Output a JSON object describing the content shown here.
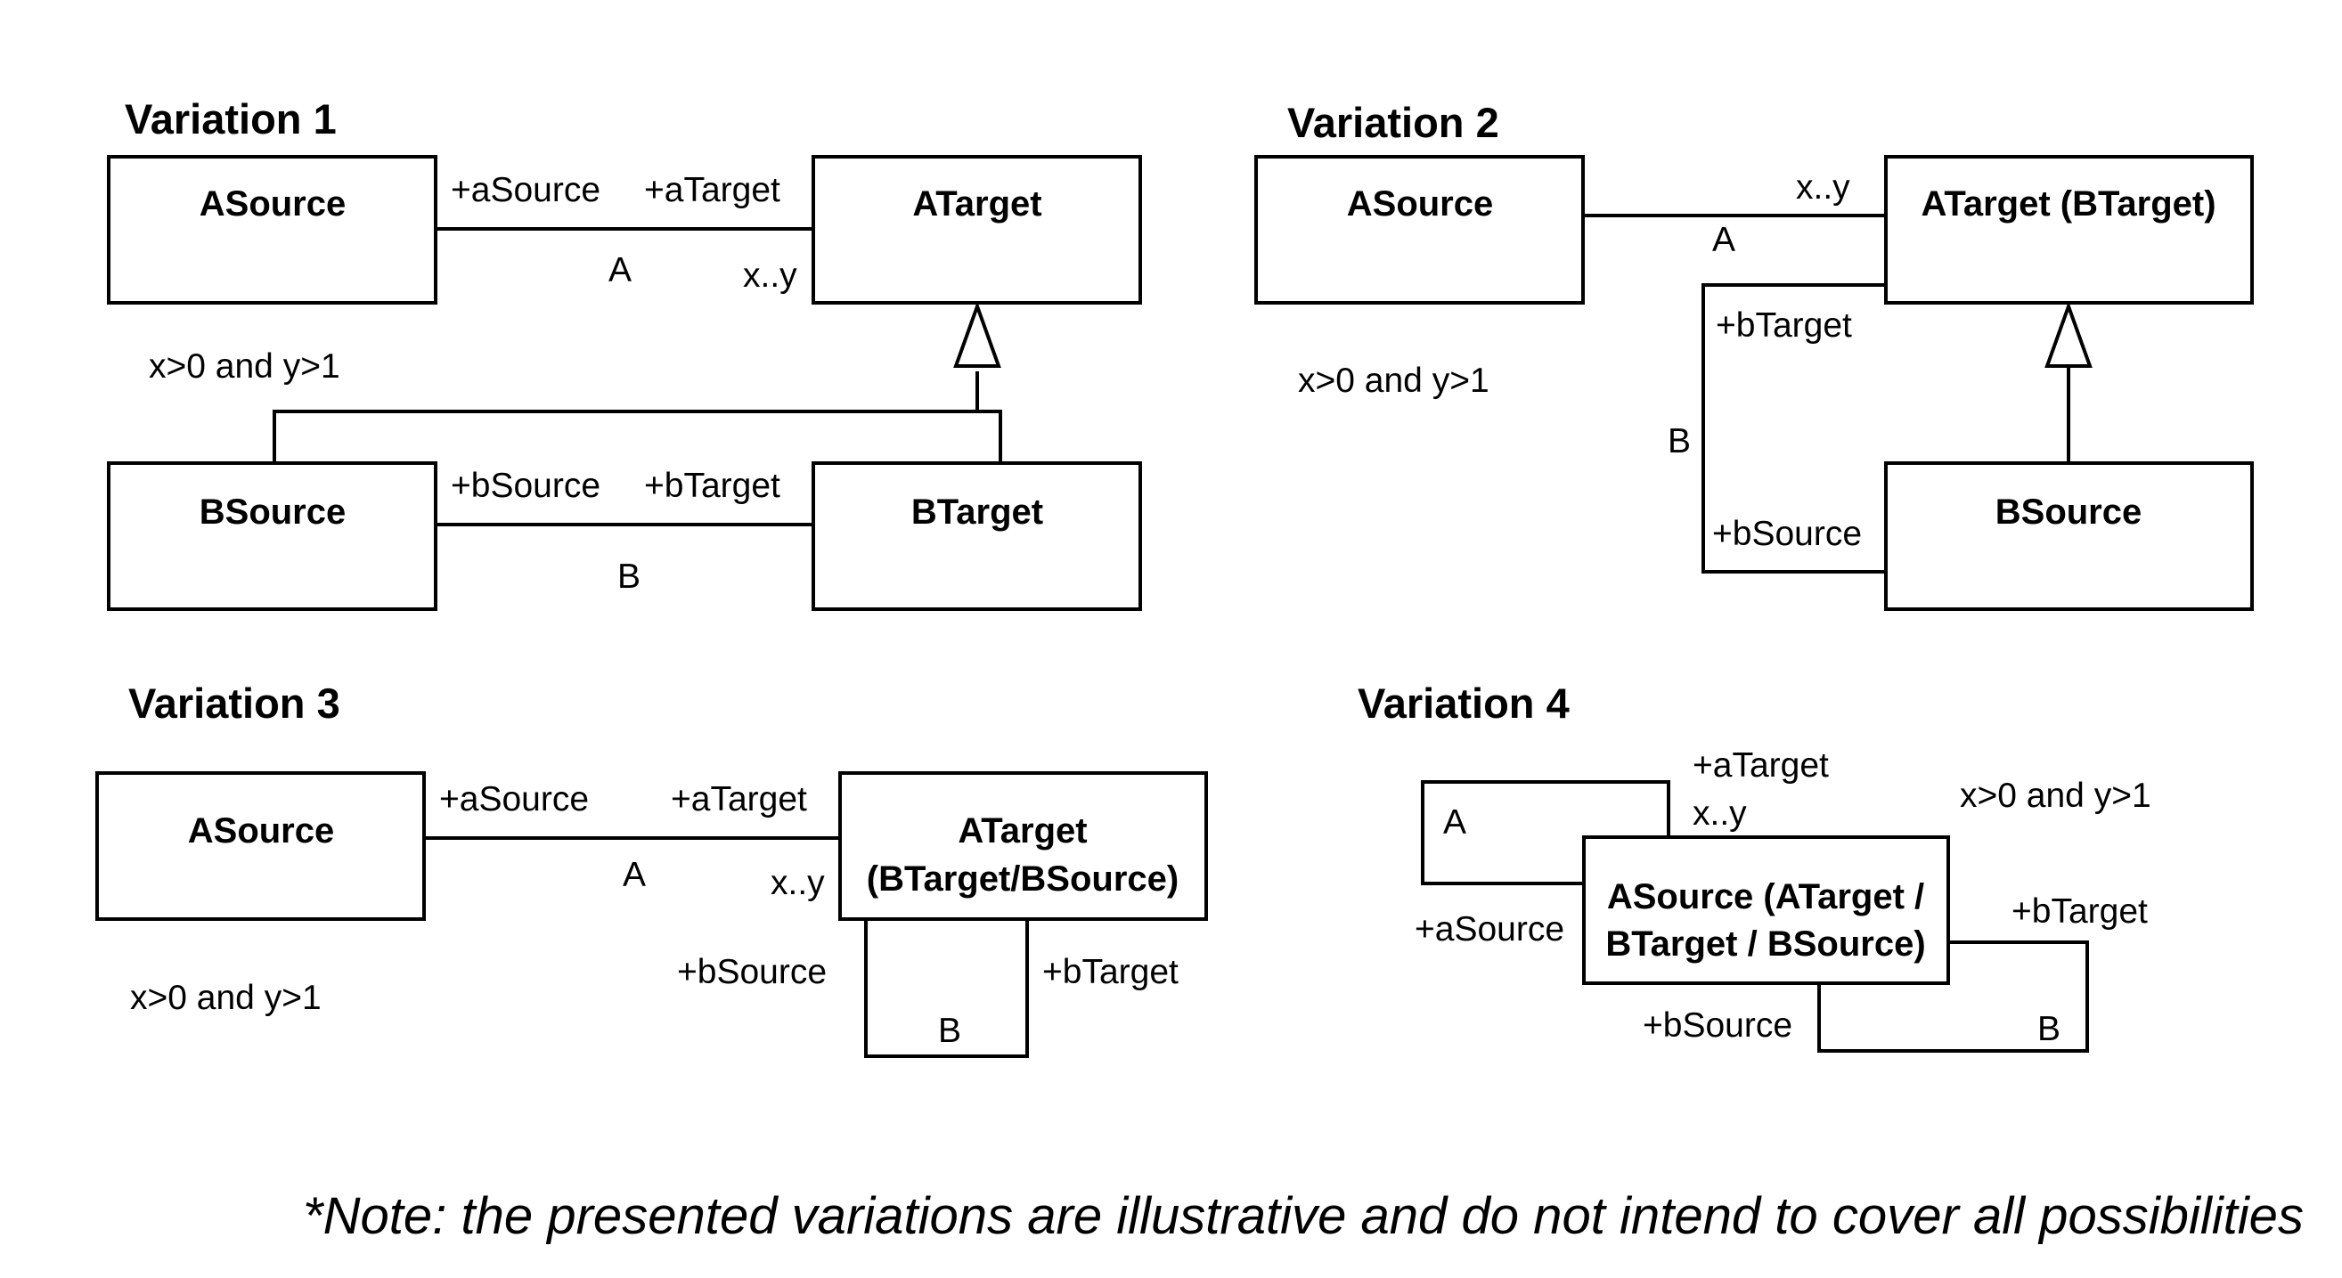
{
  "variation1": {
    "title": "Variation 1",
    "asource": "ASource",
    "atarget": "ATarget",
    "bsource": "BSource",
    "btarget": "BTarget",
    "role_asource": "+aSource",
    "role_atarget": "+aTarget",
    "role_bsource": "+bSource",
    "role_btarget": "+bTarget",
    "assoc_a": "A",
    "assoc_b": "B",
    "multiplicity": "x..y",
    "constraint": "x>0 and y>1"
  },
  "variation2": {
    "title": "Variation 2",
    "asource": "ASource",
    "atarget": "ATarget (BTarget)",
    "bsource": "BSource",
    "role_btarget": "+bTarget",
    "role_bsource": "+bSource",
    "assoc_a": "A",
    "assoc_b": "B",
    "multiplicity": "x..y",
    "constraint": "x>0 and y>1"
  },
  "variation3": {
    "title": "Variation 3",
    "asource": "ASource",
    "atarget_line1": "ATarget",
    "atarget_line2": "(BTarget/BSource)",
    "role_asource": "+aSource",
    "role_atarget": "+aTarget",
    "role_bsource": "+bSource",
    "role_btarget": "+bTarget",
    "assoc_a": "A",
    "assoc_b": "B",
    "multiplicity": "x..y",
    "constraint": "x>0 and y>1"
  },
  "variation4": {
    "title": "Variation 4",
    "class_line1": "ASource (ATarget /",
    "class_line2": "BTarget / BSource)",
    "role_atarget": "+aTarget",
    "role_asource": "+aSource",
    "role_btarget": "+bTarget",
    "role_bsource": "+bSource",
    "assoc_a": "A",
    "assoc_b": "B",
    "multiplicity": "x..y",
    "constraint": "x>0 and y>1"
  },
  "note": "*Note: the presented variations are illustrative and do not intend to cover all possibilities"
}
